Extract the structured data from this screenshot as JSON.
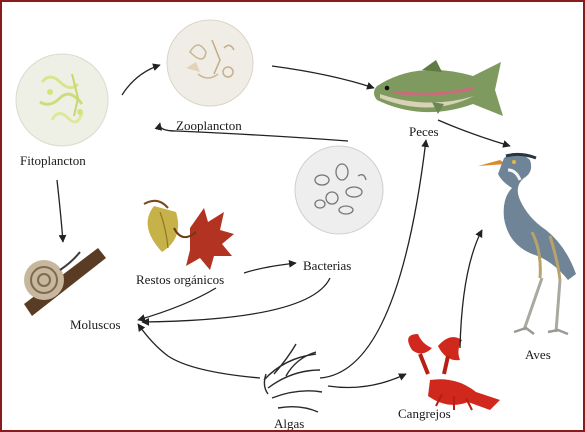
{
  "frame_color": "#8b1a1a",
  "nodes": {
    "fitoplancton": {
      "label": "Fitoplancton",
      "icon": "phytoplankton-icon"
    },
    "zooplancton": {
      "label": "Zooplancton",
      "icon": "zooplankton-icon"
    },
    "peces": {
      "label": "Peces",
      "icon": "fish-icon"
    },
    "bacterias": {
      "label": "Bacterias",
      "icon": "bacteria-icon"
    },
    "restos": {
      "label": "Restos orgánicos",
      "icon": "leaves-icon"
    },
    "moluscos": {
      "label": "Moluscos",
      "icon": "snail-icon"
    },
    "algas": {
      "label": "Algas",
      "icon": "algae-icon"
    },
    "cangrejos": {
      "label": "Cangrejos",
      "icon": "crab-icon"
    },
    "aves": {
      "label": "Aves",
      "icon": "heron-icon"
    }
  }
}
